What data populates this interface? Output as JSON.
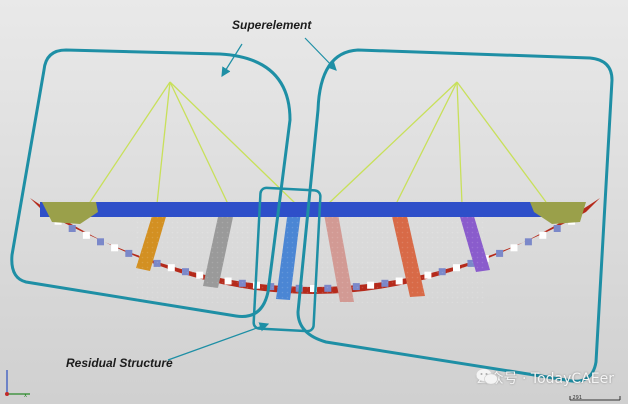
{
  "labels": {
    "superelement": "Superelement",
    "residual_structure": "Residual Structure"
  },
  "watermark": "公众号 · TodayCAEer",
  "scale_label": "291",
  "axis_label": "x",
  "colors": {
    "background_top": "#e9e9e9",
    "background_bottom": "#d0d0d0",
    "frame": "#1e8fa5",
    "deck": "#2e4fc9",
    "arch": "#b52a1b",
    "cable": "#c8e05a",
    "anchor": "#9aa04a",
    "callout_arrow": "#1e8fa5",
    "hangers": [
      "#d39022",
      "#9a9a9a",
      "#4b86d4",
      "#d29a94",
      "#d86a47",
      "#8a5ccc"
    ]
  },
  "icons": {
    "watermark": "wechat-icon",
    "axis": "axis-triad-icon"
  }
}
